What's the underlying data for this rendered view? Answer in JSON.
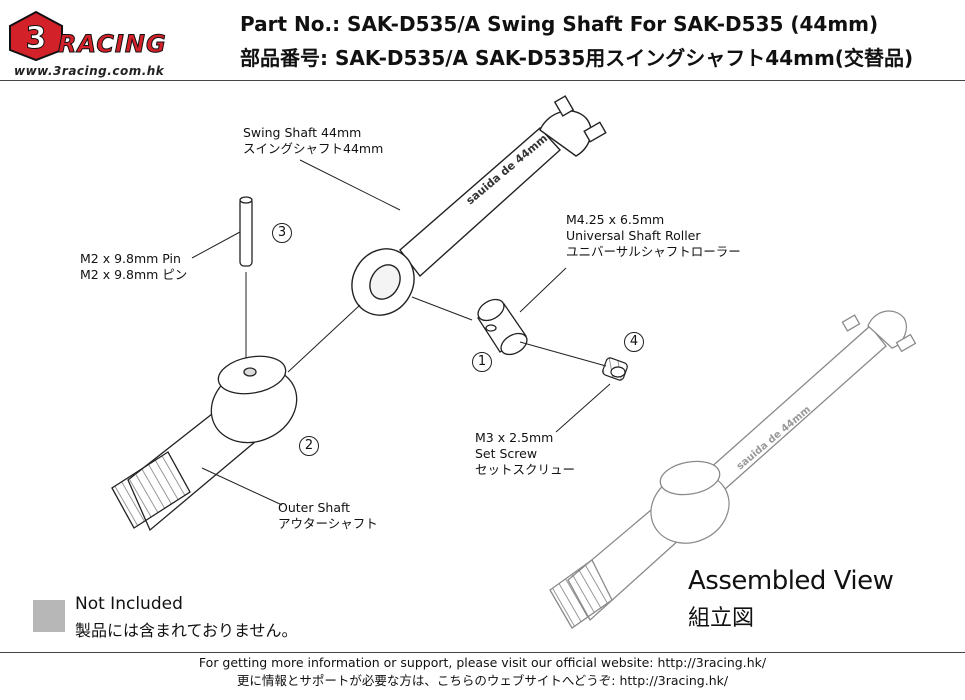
{
  "header": {
    "logo_text": "RACING",
    "logo_url": "www.3racing.com.hk",
    "title_en": "Part No.: SAK-D535/A  Swing Shaft For SAK-D535 (44mm)",
    "title_jp": "部品番号: SAK-D535/A  SAK-D535用スイングシャフト44mm(交替品)"
  },
  "parts": {
    "swing_shaft": {
      "en": "Swing Shaft 44mm",
      "jp": "スイングシャフト44mm"
    },
    "pin": {
      "en": "M2 x 9.8mm Pin",
      "jp": "M2 x 9.8mm ピン",
      "callout": "3"
    },
    "roller": {
      "size": "M4.25 x 6.5mm",
      "en": "Universal Shaft Roller",
      "jp": "ユニバーサルシャフトローラー",
      "callout": "1"
    },
    "set_screw": {
      "size": "M3 x 2.5mm",
      "en": "Set Screw",
      "jp": "セットスクリュー",
      "callout": "4"
    },
    "outer_shaft": {
      "en": "Outer Shaft",
      "jp": "アウターシャフト",
      "callout": "2"
    }
  },
  "assembled": {
    "title": "Assembled View",
    "jp": "組立図"
  },
  "legend": {
    "title": "Not Included",
    "jp": "製品には含まれておりません。",
    "swatch_color": "#b7b7b7"
  },
  "footer": {
    "line_en": "For getting more information or support, please visit our official website: http://3racing.hk/",
    "line_jp": "更に情報とサポートが必要な方は、こちらのウェブサイトへどうぞ: http://3racing.hk/"
  },
  "colors": {
    "brand_red": "#d3212a",
    "line": "#333333",
    "ghost": "#9a9a9a"
  }
}
